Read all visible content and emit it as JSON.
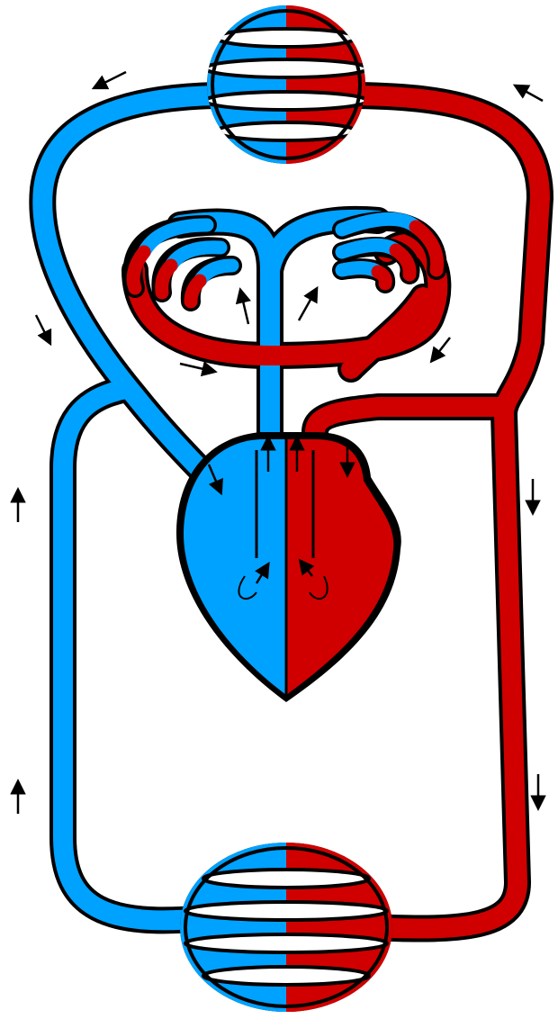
{
  "colors": {
    "deoxygenated": "#00a2ff",
    "oxygenated": "#d00000",
    "outline": "#000000",
    "background": "#ffffff"
  },
  "diagram": {
    "kind": "circulatory-system-schematic",
    "parts": [
      "upper-capillary-bed",
      "lower-capillary-bed",
      "lung-capillary-loops",
      "heart-right-side-blue",
      "heart-left-side-red",
      "blue-veins",
      "red-arteries"
    ],
    "flow_arrow_count": 17
  }
}
